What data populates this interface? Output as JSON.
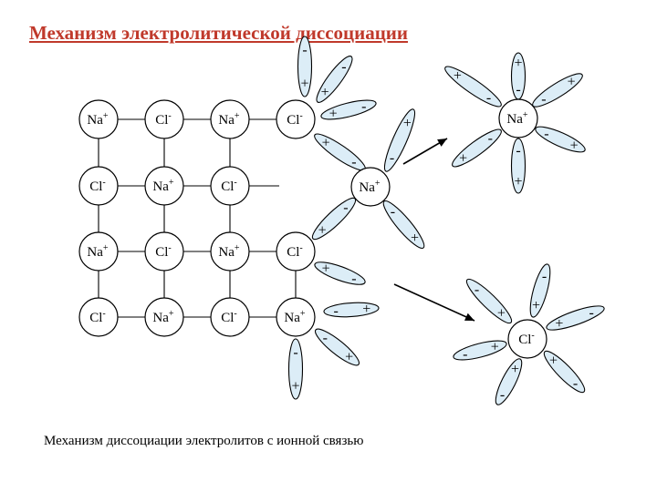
{
  "title": "Механизм электролитической диссоциации",
  "caption": "Механизм диссоциации электролитов с ионной связью",
  "ions": {
    "na": "Na",
    "na_charge": "+",
    "cl": "Cl",
    "cl_charge": "-"
  },
  "water_signs": {
    "positive": "+",
    "negative": "-"
  },
  "lattice": [
    [
      "Na",
      "Cl",
      "Na",
      "Cl"
    ],
    [
      "Cl",
      "Na",
      "Cl",
      ""
    ],
    [
      "Na",
      "Cl",
      "Na",
      "Cl"
    ],
    [
      "Cl",
      "Na",
      "Cl",
      "Na"
    ]
  ],
  "colors": {
    "title": "#c0392b",
    "water_fill": "#dcedf7"
  }
}
